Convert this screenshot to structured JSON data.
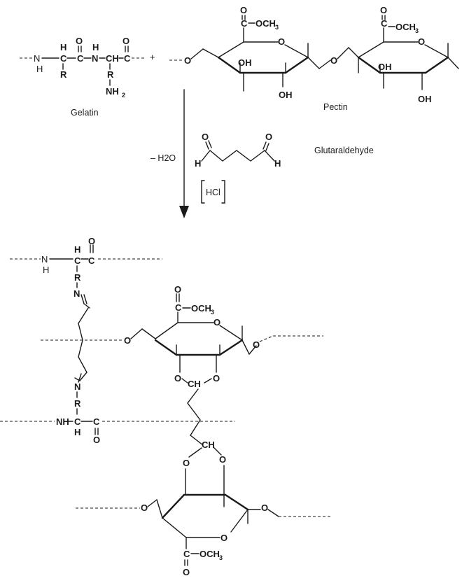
{
  "labels": {
    "gelatin": "Gelatin",
    "pectin": "Pectin",
    "glutaraldehyde": "Glutaraldehyde",
    "water_loss": "– H2O",
    "catalyst": "HCl",
    "plus": "+"
  },
  "atoms": {
    "N": "N",
    "H": "H",
    "C": "C",
    "O": "O",
    "R": "R",
    "NH": "NH",
    "CH": "CH",
    "OCH": "OCH",
    "OH": "OH",
    "sub3": "3",
    "sub2": "2"
  }
}
